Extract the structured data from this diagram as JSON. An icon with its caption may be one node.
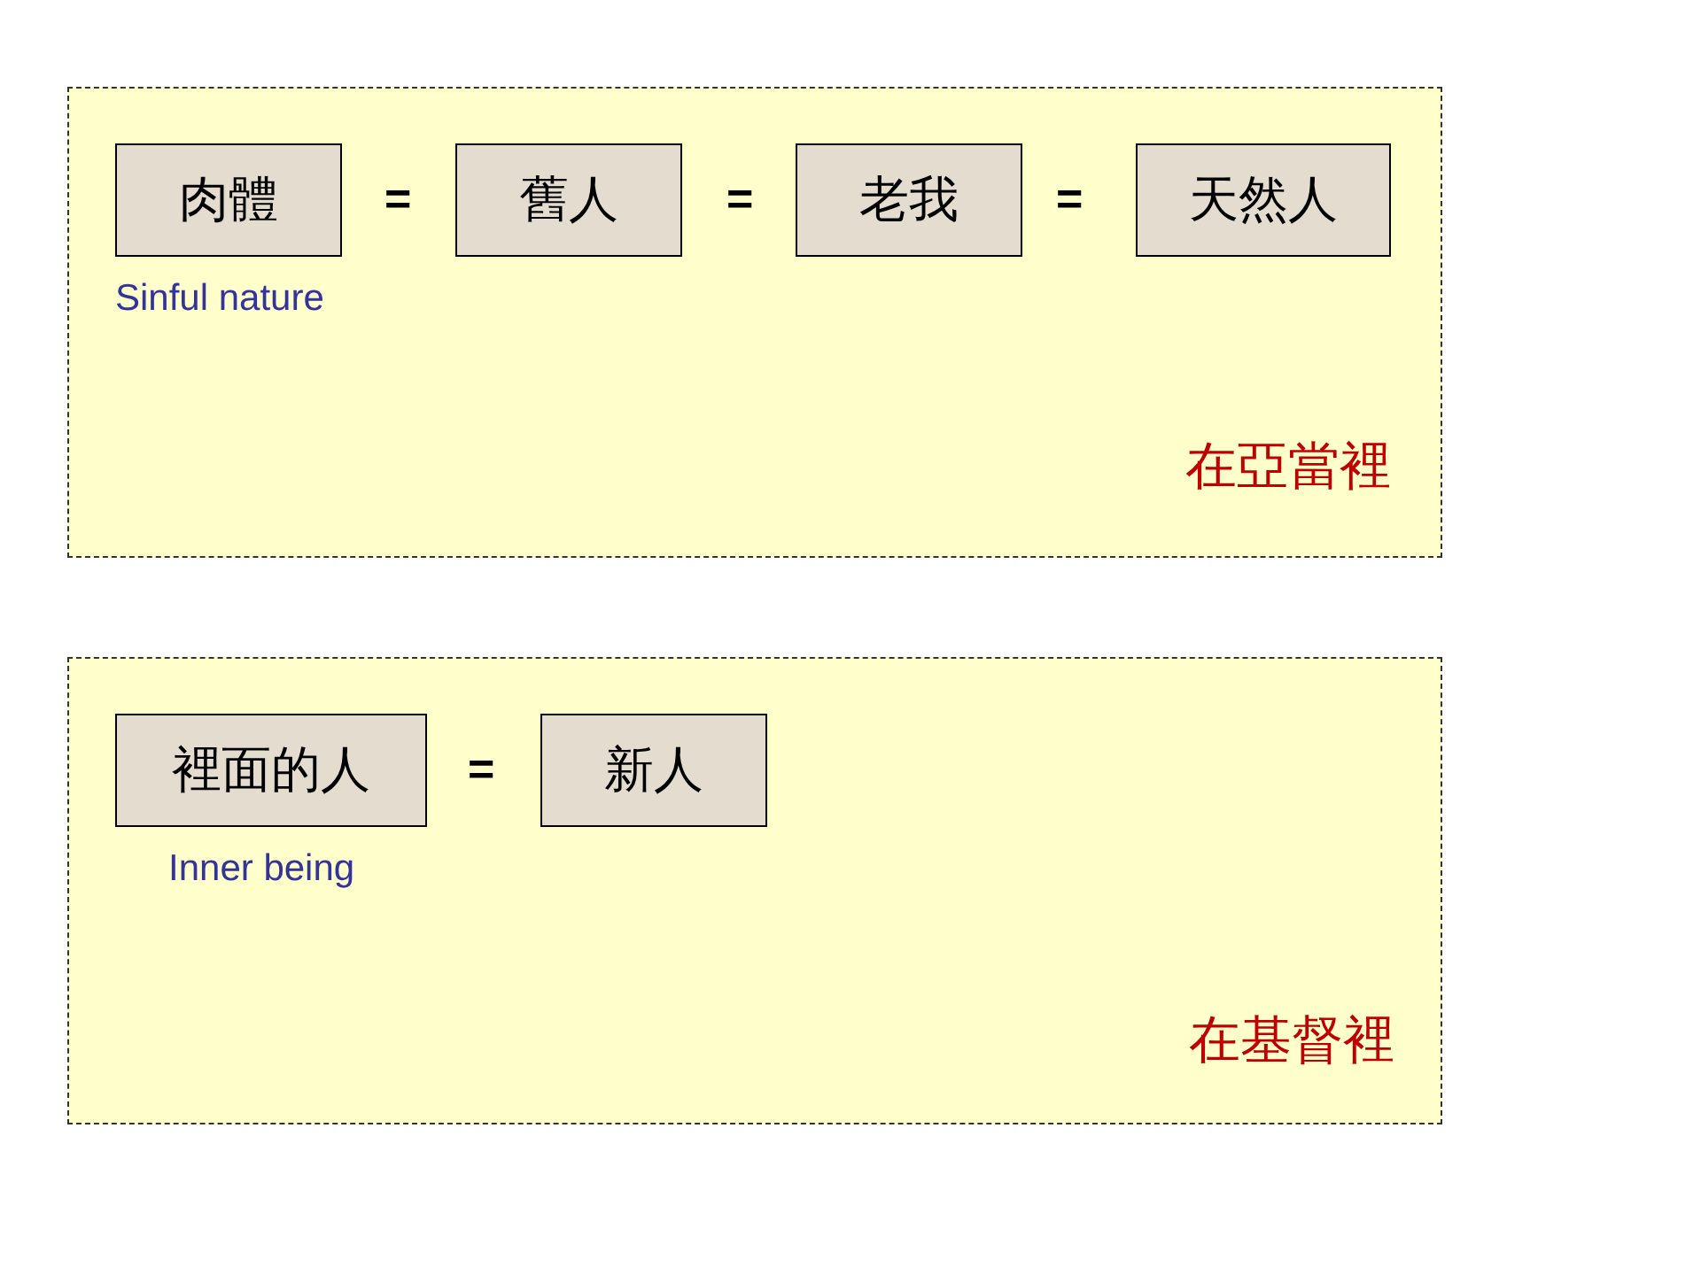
{
  "diagram": {
    "nodes": [
      {
        "text": [
          "在亞當裡"
        ]
      },
      {
        "text": [
          "肉體"
        ],
        "in": 0,
        "beside": [
          "Sinful nature"
        ]
      },
      {
        "text": [
          "舊人"
        ],
        "in": 0
      },
      {
        "text": [
          "老我"
        ],
        "in": 0
      },
      {
        "text": [
          "天然人"
        ],
        "in": 0
      },
      {
        "text": [
          "在基督裡"
        ]
      },
      {
        "text": [
          "裡面的人"
        ],
        "in": 5,
        "beside": [
          "Inner being"
        ]
      },
      {
        "text": [
          "新人"
        ],
        "in": 5
      }
    ],
    "labels": [
      "=",
      "=",
      "=",
      "="
    ]
  }
}
